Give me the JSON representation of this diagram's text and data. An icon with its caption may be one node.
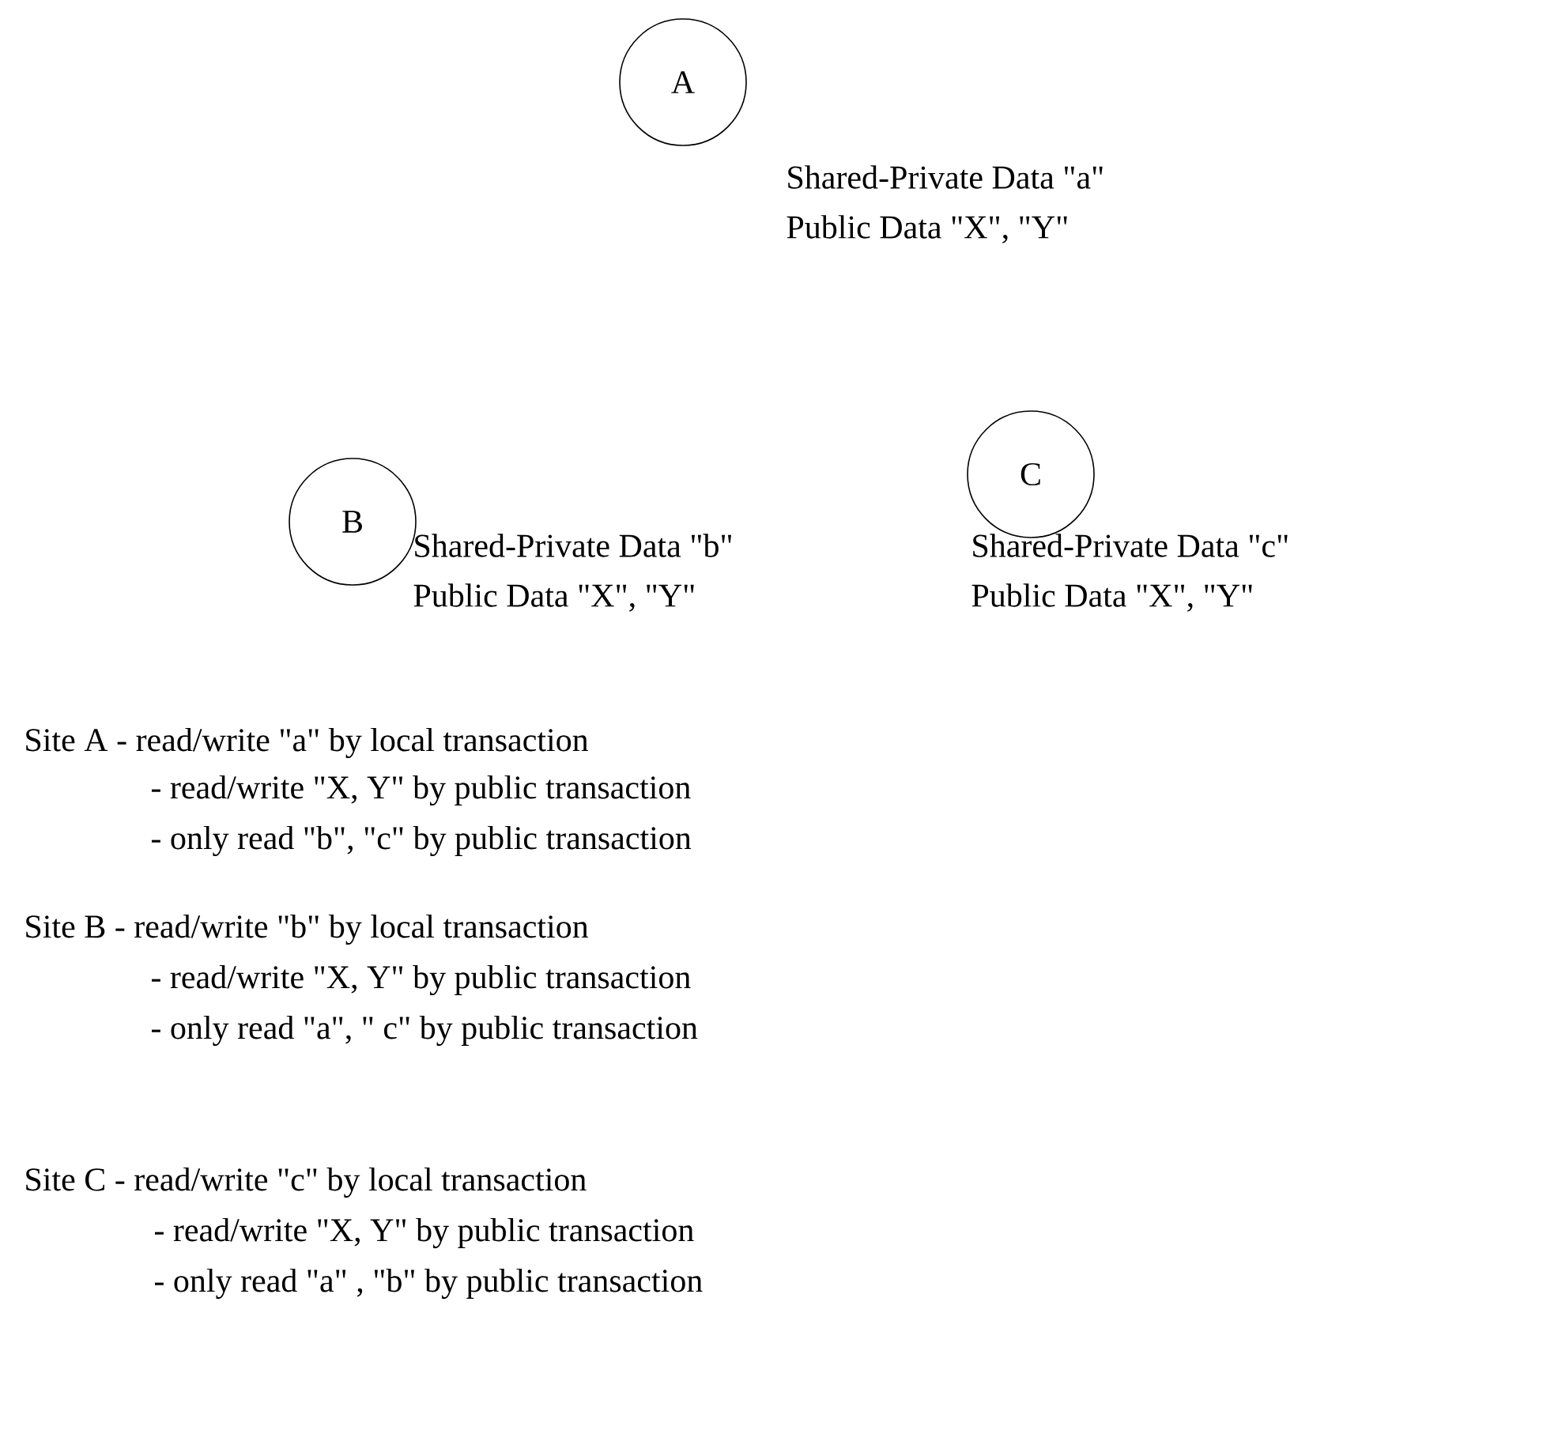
{
  "diagram": {
    "nodes": [
      {
        "text": [
          "A"
        ],
        "beside": [
          "Shared-Private Data \"a\"",
          "Public Data \"X\", \"Y\""
        ]
      },
      {
        "text": [
          "B"
        ],
        "beside": [
          "Shared-Private Data \"b\"",
          "Public Data \"X\", \"Y\""
        ]
      },
      {
        "text": [
          "C"
        ],
        "beside": [
          "Shared-Private Data \"c\"",
          "Public Data \"X\", \"Y\""
        ]
      }
    ],
    "labels": [
      "Site A - read/write \"a\" by local transaction",
      "- read/write \"X, Y\" by public transaction",
      "- only read \"b\", \"c\" by public transaction",
      "Site B - read/write \"b\" by local transaction",
      "- read/write \"X, Y\" by public transaction",
      "- only read \"a\", \" c\" by public transaction",
      "Site C - read/write \"c\" by local transaction",
      "- read/write \"X, Y\" by public  transaction",
      "- only read \"a\" , \"b\" by public transaction"
    ]
  }
}
